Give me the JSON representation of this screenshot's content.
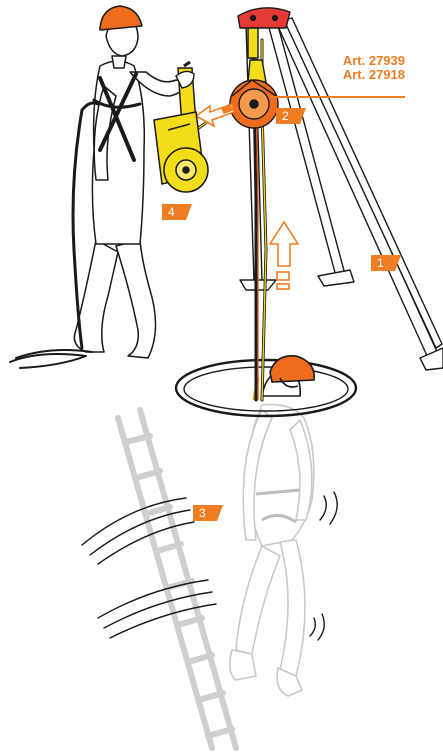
{
  "colors": {
    "accent": "#f07d22",
    "tripod_head": "#e53935",
    "winch_yellow": "#f3dd1a",
    "helmet_orange": "#ef6c1e",
    "line_dark": "#1a1a1a",
    "ghost_gray": "#d0d0d0"
  },
  "product_refs": [
    "Art. 27939",
    "Art. 27918"
  ],
  "badges": [
    {
      "label": "1",
      "refers_to": "tripod"
    },
    {
      "label": "2",
      "refers_to": "fall-arrester-retractable"
    },
    {
      "label": "3",
      "refers_to": "ladder-and-falling-worker"
    },
    {
      "label": "4",
      "refers_to": "rescue-winch"
    }
  ],
  "icons": [
    "tripod-icon",
    "winch-icon",
    "retractable-block-icon",
    "rescuer-figure-icon",
    "worker-figure-icon",
    "ladder-icon",
    "manhole-icon",
    "arrow-up-icon",
    "arrow-left-icon",
    "motion-lines-icon"
  ]
}
